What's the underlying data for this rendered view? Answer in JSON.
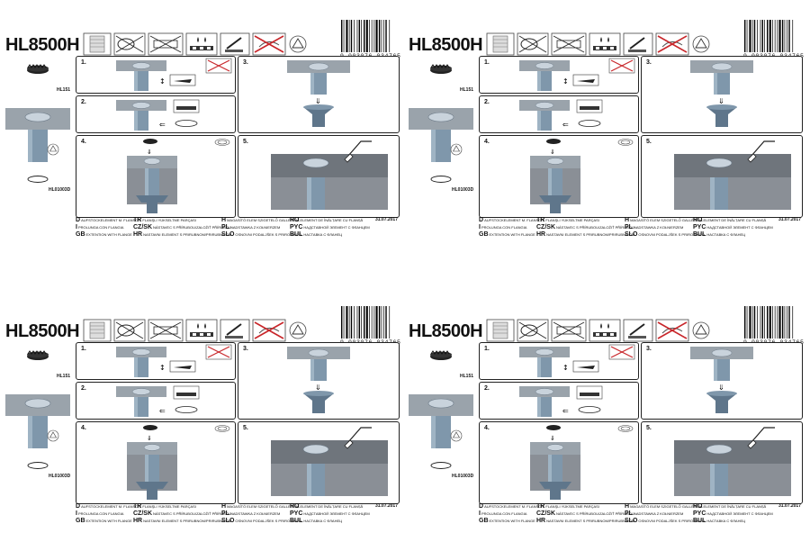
{
  "sheet": {
    "model": "HL8500H",
    "barcode_number": "9 003076 034765",
    "part_top_label": "HL151",
    "part_bottom_label": "HL01003D",
    "steps": [
      "1.",
      "2.",
      "3.",
      "4.",
      "5."
    ],
    "date": "31.07.2017",
    "legend": [
      {
        "code": "D",
        "text": "AUFSTOCKELEMENT M. FLANSCH"
      },
      {
        "code": "I",
        "text": "PROLUNGA CON FLANGIA"
      },
      {
        "code": "GB",
        "text": "EXTENTION WITH FLANGE"
      },
      {
        "code": "TR",
        "text": "FLANŞLI YÜKSELTME PARÇASI"
      },
      {
        "code": "CZ/SK",
        "text": "NÁSTAVEC S PŘÍRUBOU/ZALOŽIŤ PŘÍRUBOU"
      },
      {
        "code": "HR",
        "text": "NASTAVNI ELEMENT S PRIRUBNOM/PRIRUBNICOM"
      },
      {
        "code": "H",
        "text": "MAGASÍTÓ ELEM SZIGETELŐ GALLÉRRAL"
      },
      {
        "code": "PL",
        "text": "NADSTAWKA Z KOŁNIERZEM"
      },
      {
        "code": "SLO",
        "text": "OSNOVNI PODALJŠEK S PRIROBNICO"
      },
      {
        "code": "RO",
        "text": "ELEMENT DE ÎNĂLȚARE CU FLANȘĂ"
      },
      {
        "code": "PYC",
        "text": "НАДСТАВНОЙ ЭЛЕМЕНТ С ФЛАНЦЕМ"
      },
      {
        "code": "BUL",
        "text": "НАСТАВКА С ФЛАНЕЦ"
      }
    ]
  },
  "colors": {
    "pipe": "#7f97ab",
    "pipe_dark": "#5f768b",
    "slab": "#9aa3ab",
    "gravel": "#8a8f96",
    "prohibit": "#c8262a"
  },
  "icon_names": [
    "grate-icon",
    "no-drain-icon",
    "crossed-pipe-icon",
    "waterproofing-icon",
    "sealant-tool-icon",
    "no-pour-icon",
    "recycle-triangle-icon"
  ]
}
